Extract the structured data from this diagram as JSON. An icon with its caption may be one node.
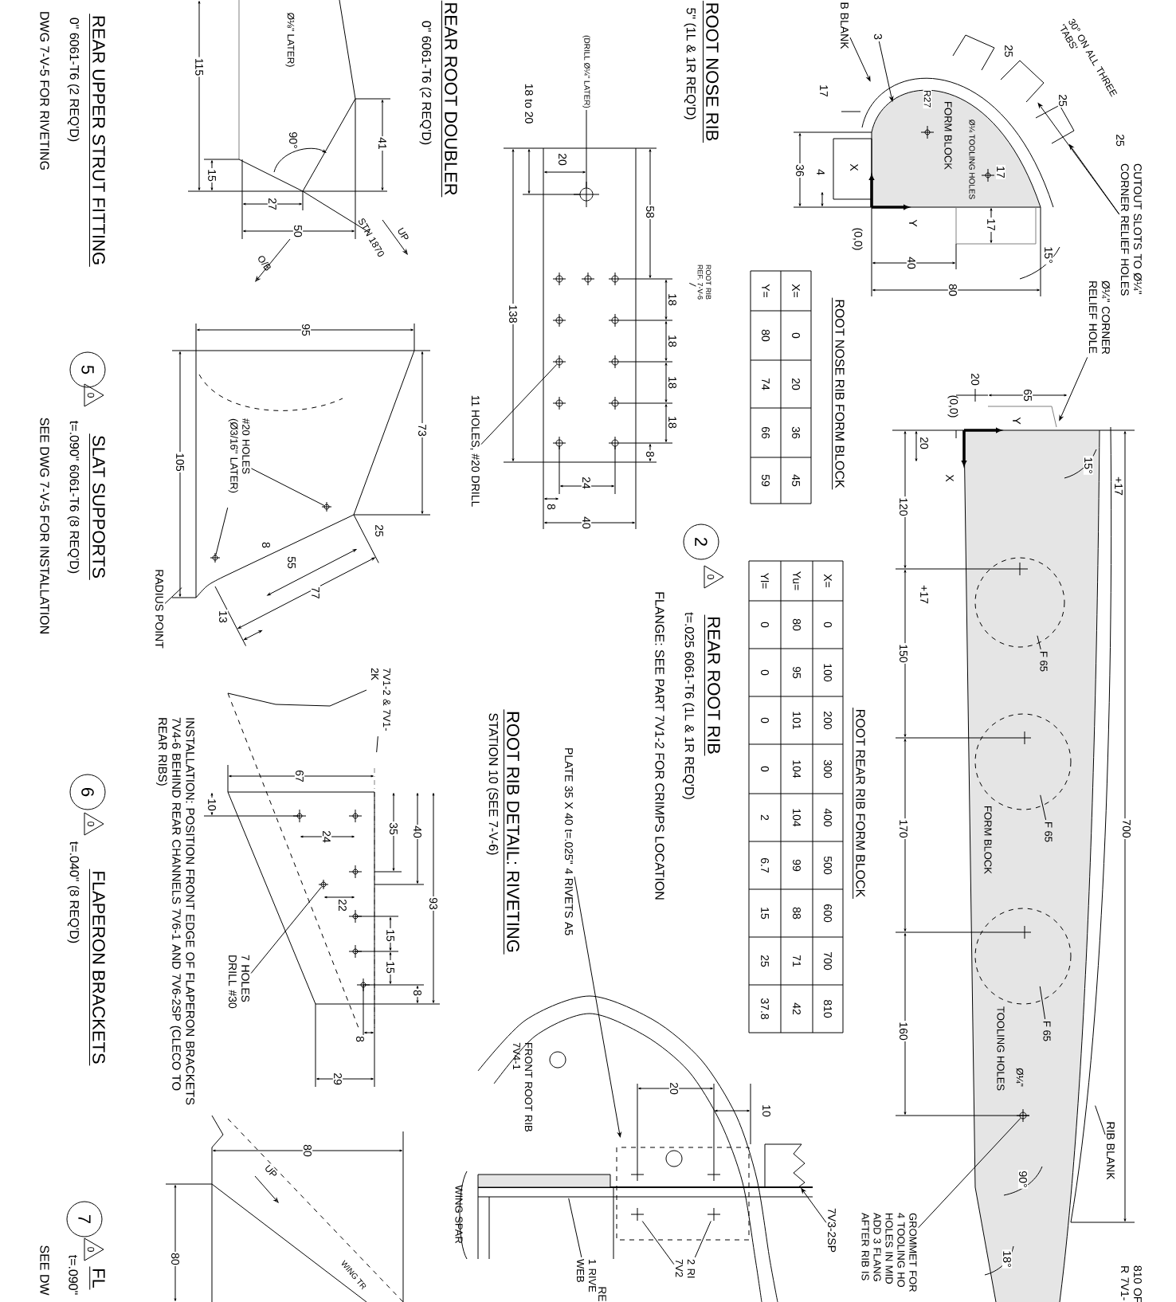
{
  "diagram": {
    "nodes": [
      {
        "text": [
          "5"
        ]
      },
      {
        "text": [
          "6"
        ]
      },
      {
        "text": [
          "2"
        ]
      },
      {
        "text": [
          "7"
        ]
      },
      {
        "text": [
          "RADIUS POINT"
        ]
      },
      {
        "text": [
          "#20 HOLES (Ø3/16\" LATER)"
        ]
      },
      {
        "text": [
          "11 HOLES, #20 DRILL"
        ]
      },
      {
        "text": [
          "ROOT RIB REF. 7-V-6"
        ]
      },
      {
        "text": [
          "(DRILL Ø¼\" LATER)"
        ]
      },
      {
        "text": [
          "B BLANK"
        ]
      },
      {
        "text": [
          "3"
        ]
      },
      {
        "text": [
          "CUTOUT SLOTS TO Ø¼\" CORNER RELIEF HOLES"
        ]
      },
      {
        "text": [
          "Ø¼\" CORNER RELIEF HOLE"
        ]
      },
      {
        "text": [
          "RIB BLANK"
        ]
      },
      {
        "text": [
          "GROMMET FOR 4 TOOLING HO HOLES IN MID ADD 3 FLANG AFTER RIB IS"
        ]
      },
      {
        "text": [
          "7 HOLES DRILL #30"
        ]
      },
      {
        "text": [
          "7V1-2 & 7V1-2K"
        ]
      },
      {
        "text": [
          "PLATE 35 X 40 t=.025\" 4 RIVETS A5"
        ]
      },
      {
        "text": [
          "7V3-2SP"
        ]
      },
      {
        "text": [
          "1 RIVE WEB"
        ]
      },
      {
        "text": [
          "2 RI 7V2"
        ]
      },
      {
        "text": [
          "F 65"
        ]
      },
      {
        "text": [
          "F 65"
        ]
      },
      {
        "text": [
          "F 65"
        ]
      },
      {
        "text": [],
        "shape": "circle"
      },
      {
        "text": [],
        "shape": "circle"
      },
      {
        "text": [],
        "shape": "circle"
      },
      {
        "text": [],
        "shape": "circle"
      },
      {
        "text": [],
        "shape": "circle"
      },
      {
        "text": [],
        "shape": "circle"
      },
      {
        "text": [],
        "shape": "cross"
      },
      {
        "text": [],
        "shape": "cross"
      },
      {
        "text": [],
        "shape": "box"
      },
      {
        "text": [],
        "shape": "box"
      },
      {
        "text": [],
        "shape": "box"
      }
    ],
    "edges": [
      {
        "from": 4,
        "to": null,
        "arrow": "none"
      },
      {
        "from": 5,
        "to": 24,
        "arrow": "none"
      },
      {
        "from": 5,
        "to": 25,
        "arrow": "none"
      },
      {
        "from": 6,
        "to": 26,
        "arrow": "none"
      },
      {
        "from": 7,
        "to": null,
        "arrow": "none"
      },
      {
        "from": 8,
        "to": 27,
        "arrow": "none"
      },
      {
        "from": 9,
        "to": null,
        "arrow": "to"
      },
      {
        "from": 10,
        "to": null,
        "arrow": "to"
      },
      {
        "from": 11,
        "to": 34,
        "arrow": "to"
      },
      {
        "from": 11,
        "to": 33,
        "arrow": "to"
      },
      {
        "from": 12,
        "to": null,
        "arrow": "to"
      },
      {
        "from": 13,
        "to": null,
        "arrow": "none"
      },
      {
        "from": 14,
        "to": 28,
        "arrow": "none"
      },
      {
        "from": 15,
        "to": 29,
        "arrow": "none"
      },
      {
        "from": 16,
        "to": null,
        "arrow": "none"
      },
      {
        "from": 17,
        "to": null,
        "arrow": "to"
      },
      {
        "from": 18,
        "to": 32,
        "arrow": "to"
      },
      {
        "from": 19,
        "to": null,
        "arrow": "none"
      },
      {
        "from": 20,
        "to": 30,
        "arrow": "none"
      },
      {
        "from": 20,
        "to": 31,
        "arrow": "none"
      },
      {
        "from": 21,
        "to": null,
        "arrow": "none"
      },
      {
        "from": 22,
        "to": null,
        "arrow": "none"
      },
      {
        "from": 23,
        "to": null,
        "arrow": "none"
      }
    ],
    "labels": [
      "REAR UPPER STRUT FITTING",
      "0\" 6061-T6 (2 REQ'D)",
      "DWG 7-V-5 FOR RIVETING",
      "0",
      "SLAT SUPPORTS",
      "t=.090\" 6061-T6 (8 REQ'D)",
      "SEE DWG 7-V-5 FOR INSTALLATION",
      "0",
      "FLAPERON BRACKETS",
      "t=.040\" (8 REQ'D)",
      "INSTALLATION: POSITION FRONT EDGE OF FLAPERON BRACKETS 7V4-6 BEHIND REAR CHANNELS 7V6-1 AND 7V6-2SP (CLECO TO REAR RIBS)",
      "0",
      "FL",
      "t=.090\"",
      "SEE DW",
      "Ø⅛\" LATER)",
      "115",
      "15",
      "90°",
      "41",
      "27",
      "50",
      "O/B",
      "STN 1870",
      "UP",
      "95",
      "73",
      "105",
      "25",
      "8",
      "55",
      "77",
      "13",
      "REAR ROOT DOUBLER",
      "0\" 6061-T6 (2 REQ'D)",
      "ROOT NOSE RIB",
      "5\" (1L & 1R REQ'D)",
      "18 to 20",
      "20",
      "58",
      "138",
      "18",
      "18",
      "18",
      "18",
      "8",
      "24",
      "8",
      "40",
      "R27",
      "FORM BLOCK",
      "Ø¼ TOOLING HOLES",
      "17",
      "17",
      "36",
      "4",
      "X",
      "Y",
      "(0,0)",
      "40",
      "80",
      "17",
      "15°",
      "25",
      "25",
      "25",
      "30° ON ALL THREE 'TABS'",
      "ROOT NOSE RIB FORM BLOCK",
      "X=",
      "0",
      "20",
      "36",
      "45",
      "Y=",
      "80",
      "74",
      "66",
      "59",
      "20",
      "65",
      "(0,0)",
      "Y",
      "X",
      "20",
      "15°",
      "+17",
      "120",
      "+17",
      "150",
      "170",
      "160",
      "700",
      "FORM BLOCK",
      "TOOLING HOLES",
      "Ø¼\"",
      "90°",
      "18°",
      "810 OF R 7V1-",
      "ROOT REAR RIB FORM BLOCK",
      "X=",
      "0",
      "100",
      "200",
      "300",
      "400",
      "500",
      "600",
      "700",
      "810",
      "Yu=",
      "80",
      "95",
      "101",
      "104",
      "104",
      "99",
      "88",
      "71",
      "42",
      "Yl=",
      "0",
      "0",
      "0",
      "0",
      "2",
      "6.7",
      "15",
      "25",
      "37.8",
      "0",
      "REAR ROOT RIB",
      "t=.025 6061-T6 (1L & 1R REQ'D)",
      "FLANGE: SEE PART 7V1-2 FOR CRIMPS LOCATION",
      "ROOT RIB DETAIL: RIVETING",
      "STATION 10 (SEE 7-V-6)",
      "FRONT ROOT RIB 7V4-1",
      "20",
      "10",
      "WING SPAR",
      "67",
      "10",
      "24",
      "35",
      "40",
      "93",
      "22",
      "15",
      "15",
      "8",
      "8",
      "29",
      "80",
      "80",
      "UP",
      "WING TR",
      "RE"
    ]
  }
}
